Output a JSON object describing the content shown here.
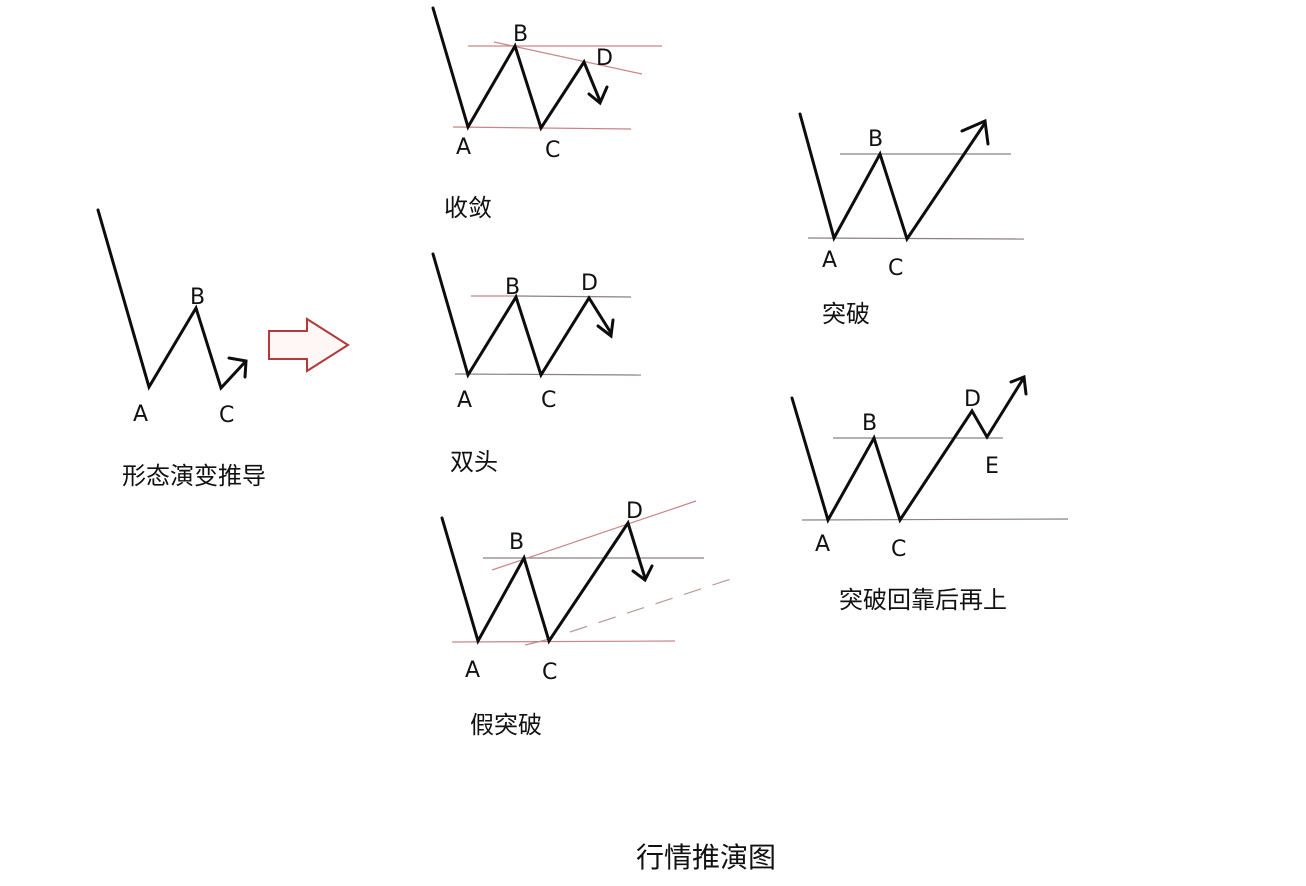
{
  "title": "行情推演图",
  "colors": {
    "line": "#0d0d0d",
    "reference_line": "#8a8080",
    "reference_line_red": "#c98686",
    "arrow_outline": "#b23a3a",
    "arrow_fill": "#fff6f6",
    "background": "#ffffff"
  },
  "origin": {
    "caption": "形态演变推导",
    "points": {
      "A": "A",
      "B": "B",
      "C": "C"
    }
  },
  "transition_arrow": {
    "icon": "right-arrow-icon"
  },
  "panels": [
    {
      "id": "convergence",
      "caption": "收敛",
      "points": {
        "A": "A",
        "B": "B",
        "C": "C",
        "D": "D"
      }
    },
    {
      "id": "double-top",
      "caption": "双头",
      "points": {
        "A": "A",
        "B": "B",
        "C": "C",
        "D": "D"
      }
    },
    {
      "id": "false-breakout",
      "caption": "假突破",
      "points": {
        "A": "A",
        "B": "B",
        "C": "C",
        "D": "D"
      }
    },
    {
      "id": "breakout",
      "caption": "突破",
      "points": {
        "A": "A",
        "B": "B",
        "C": "C"
      }
    },
    {
      "id": "breakout-retest",
      "caption": "突破回靠后再上",
      "points": {
        "A": "A",
        "B": "B",
        "C": "C",
        "D": "D",
        "E": "E"
      }
    }
  ]
}
